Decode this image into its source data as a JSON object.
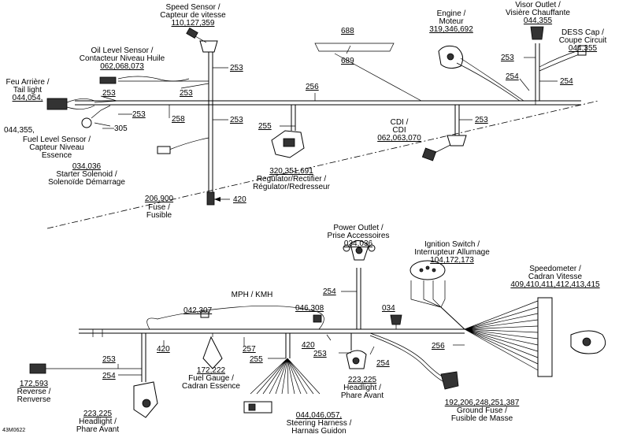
{
  "top": {
    "speed_sensor": [
      "Speed Sensor /",
      "Capteur de vitesse",
      "110,127,359"
    ],
    "oil_level": [
      "Oil Level Sensor /",
      "Contacteur Niveau Huile",
      "062,068,073"
    ],
    "tail_light": [
      "Feu Arrière /",
      "Tail light",
      "044,054,"
    ],
    "tail_light_2": "044,355,",
    "fuel_level": [
      "Fuel Level Sensor /",
      "Capteur Niveau",
      "Essence"
    ],
    "starter": [
      "034,036",
      "Starter Solenoid /",
      "Solenoïde Démarrage"
    ],
    "fuse": [
      "206,900",
      "Fuse /",
      "Fusible"
    ],
    "regulator": [
      "320,351,691",
      "Regulator/Rectifier /",
      "Régulator/Redresseur"
    ],
    "cdi": [
      "CDI /",
      "CDI",
      "062,063,070"
    ],
    "engine": [
      "Engine /",
      "Moteur",
      "319,346,692"
    ],
    "visor": [
      "Visor Outlet /",
      "Visière Chauffante",
      "044,355"
    ],
    "dess": [
      "DESS Cap /",
      "Coupe Circuit",
      "044,355"
    ],
    "n688": "688",
    "n689": "689",
    "n253": "253",
    "n256": "256",
    "n258": "258",
    "n255": "255",
    "n305": "305",
    "n254": "254",
    "n420": "420"
  },
  "bottom": {
    "power_outlet": [
      "Power Outlet /",
      "Prise Accessoires",
      "034,036"
    ],
    "ignition": [
      "Ignition Switch /",
      "Interrupteur Allumage",
      "104,172,173"
    ],
    "speedometer": [
      "Speedometer /",
      "Cadran Vitesse",
      "409,410,411,412,413,415"
    ],
    "mph": "MPH / KMH",
    "n042": "042,307",
    "n046": "046,308",
    "n034": "034",
    "fuel_gauge": [
      "172,222",
      "Fuel Gauge /",
      "Cadran Essence"
    ],
    "steering": [
      "044,046,057,",
      "Steering Harness /",
      "Harnais Guidon"
    ],
    "headlight_mid": [
      "223,225",
      "Headlight /",
      "Phare Avant"
    ],
    "headlight_left": [
      "223,225",
      "Headlight /",
      "Phare Avant"
    ],
    "ground_fuse": [
      "192,206,248,251,387",
      "Ground Fuse /",
      "Fusible de Masse"
    ],
    "reverse": [
      "172,593",
      "Reverse /",
      "Renverse"
    ],
    "n253": "253",
    "n254": "254",
    "n255": "255",
    "n256": "256",
    "n257": "257",
    "n420": "420"
  },
  "figure_code": "43M0622"
}
